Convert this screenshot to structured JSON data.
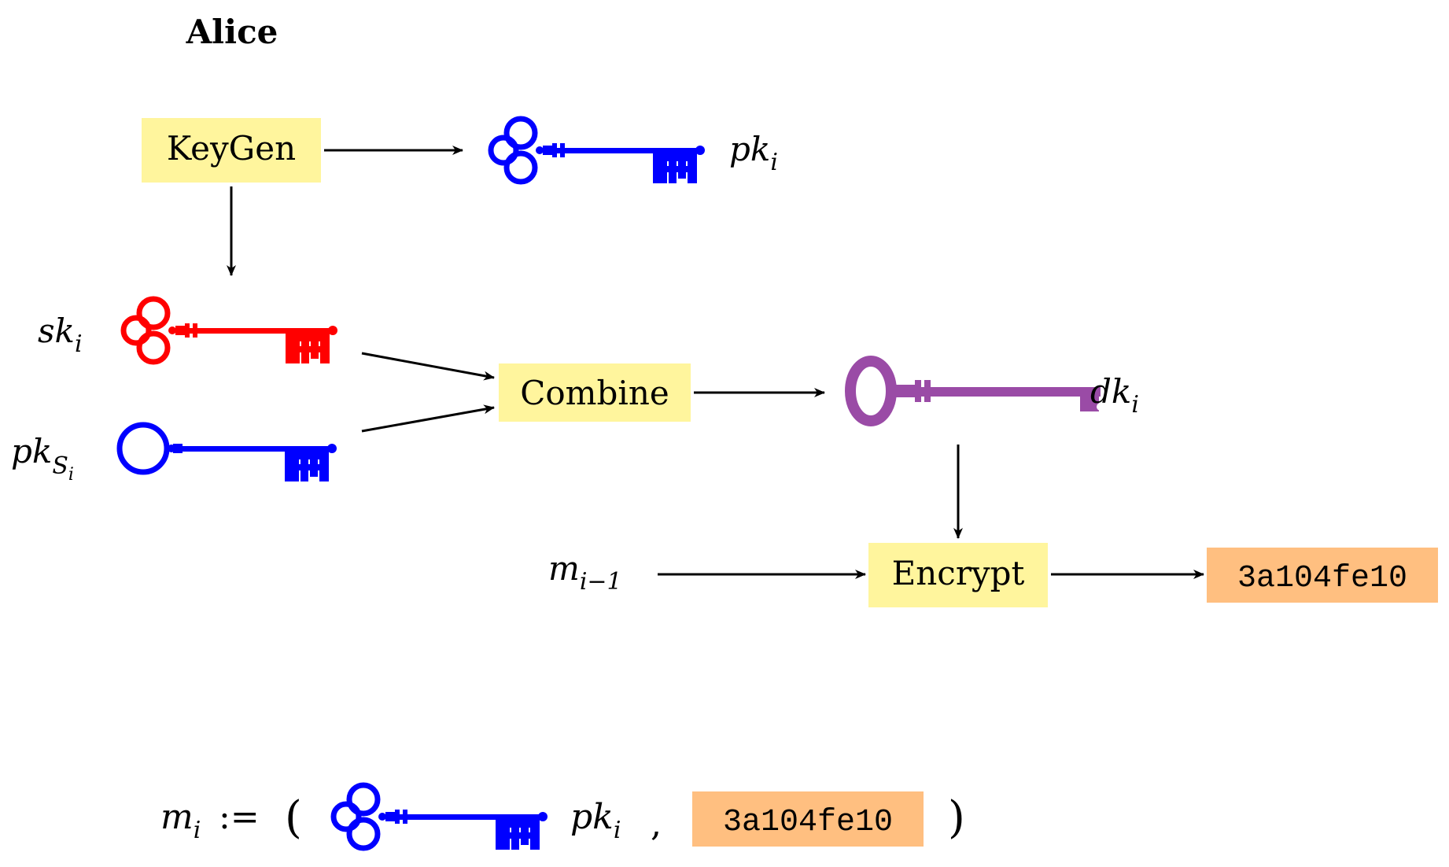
{
  "title": "Alice",
  "boxes": {
    "keygen": "KeyGen",
    "combine": "Combine",
    "encrypt": "Encrypt"
  },
  "labels": {
    "pk_top": {
      "base": "pk",
      "sub": "i"
    },
    "sk": {
      "base": "sk",
      "sub": "i"
    },
    "pk_s": {
      "base": "pk",
      "sub": "S",
      "subsub": "i"
    },
    "dk": {
      "base": "dk",
      "sub": "i"
    },
    "m_prev": {
      "base": "m",
      "sub": "i−1"
    }
  },
  "ciphertext": "3a104fe10",
  "formula": {
    "lhs": "m",
    "lhs_sub": "i",
    "assign": ":=",
    "open_paren": "(",
    "pk_base": "pk",
    "pk_sub": "i",
    "comma": ",",
    "ciphertext": "3a104fe10",
    "close_paren": ")"
  },
  "colors": {
    "box_fill": "#fff59d",
    "cipher_fill": "#ffbf80",
    "public_key": "#0000ff",
    "secret_key": "#ff0000",
    "derived_key": "#9a4ba6",
    "arrow": "#000000"
  },
  "icons": {
    "public_key": "key-icon",
    "secret_key": "key-icon",
    "derived_key": "key-icon"
  }
}
